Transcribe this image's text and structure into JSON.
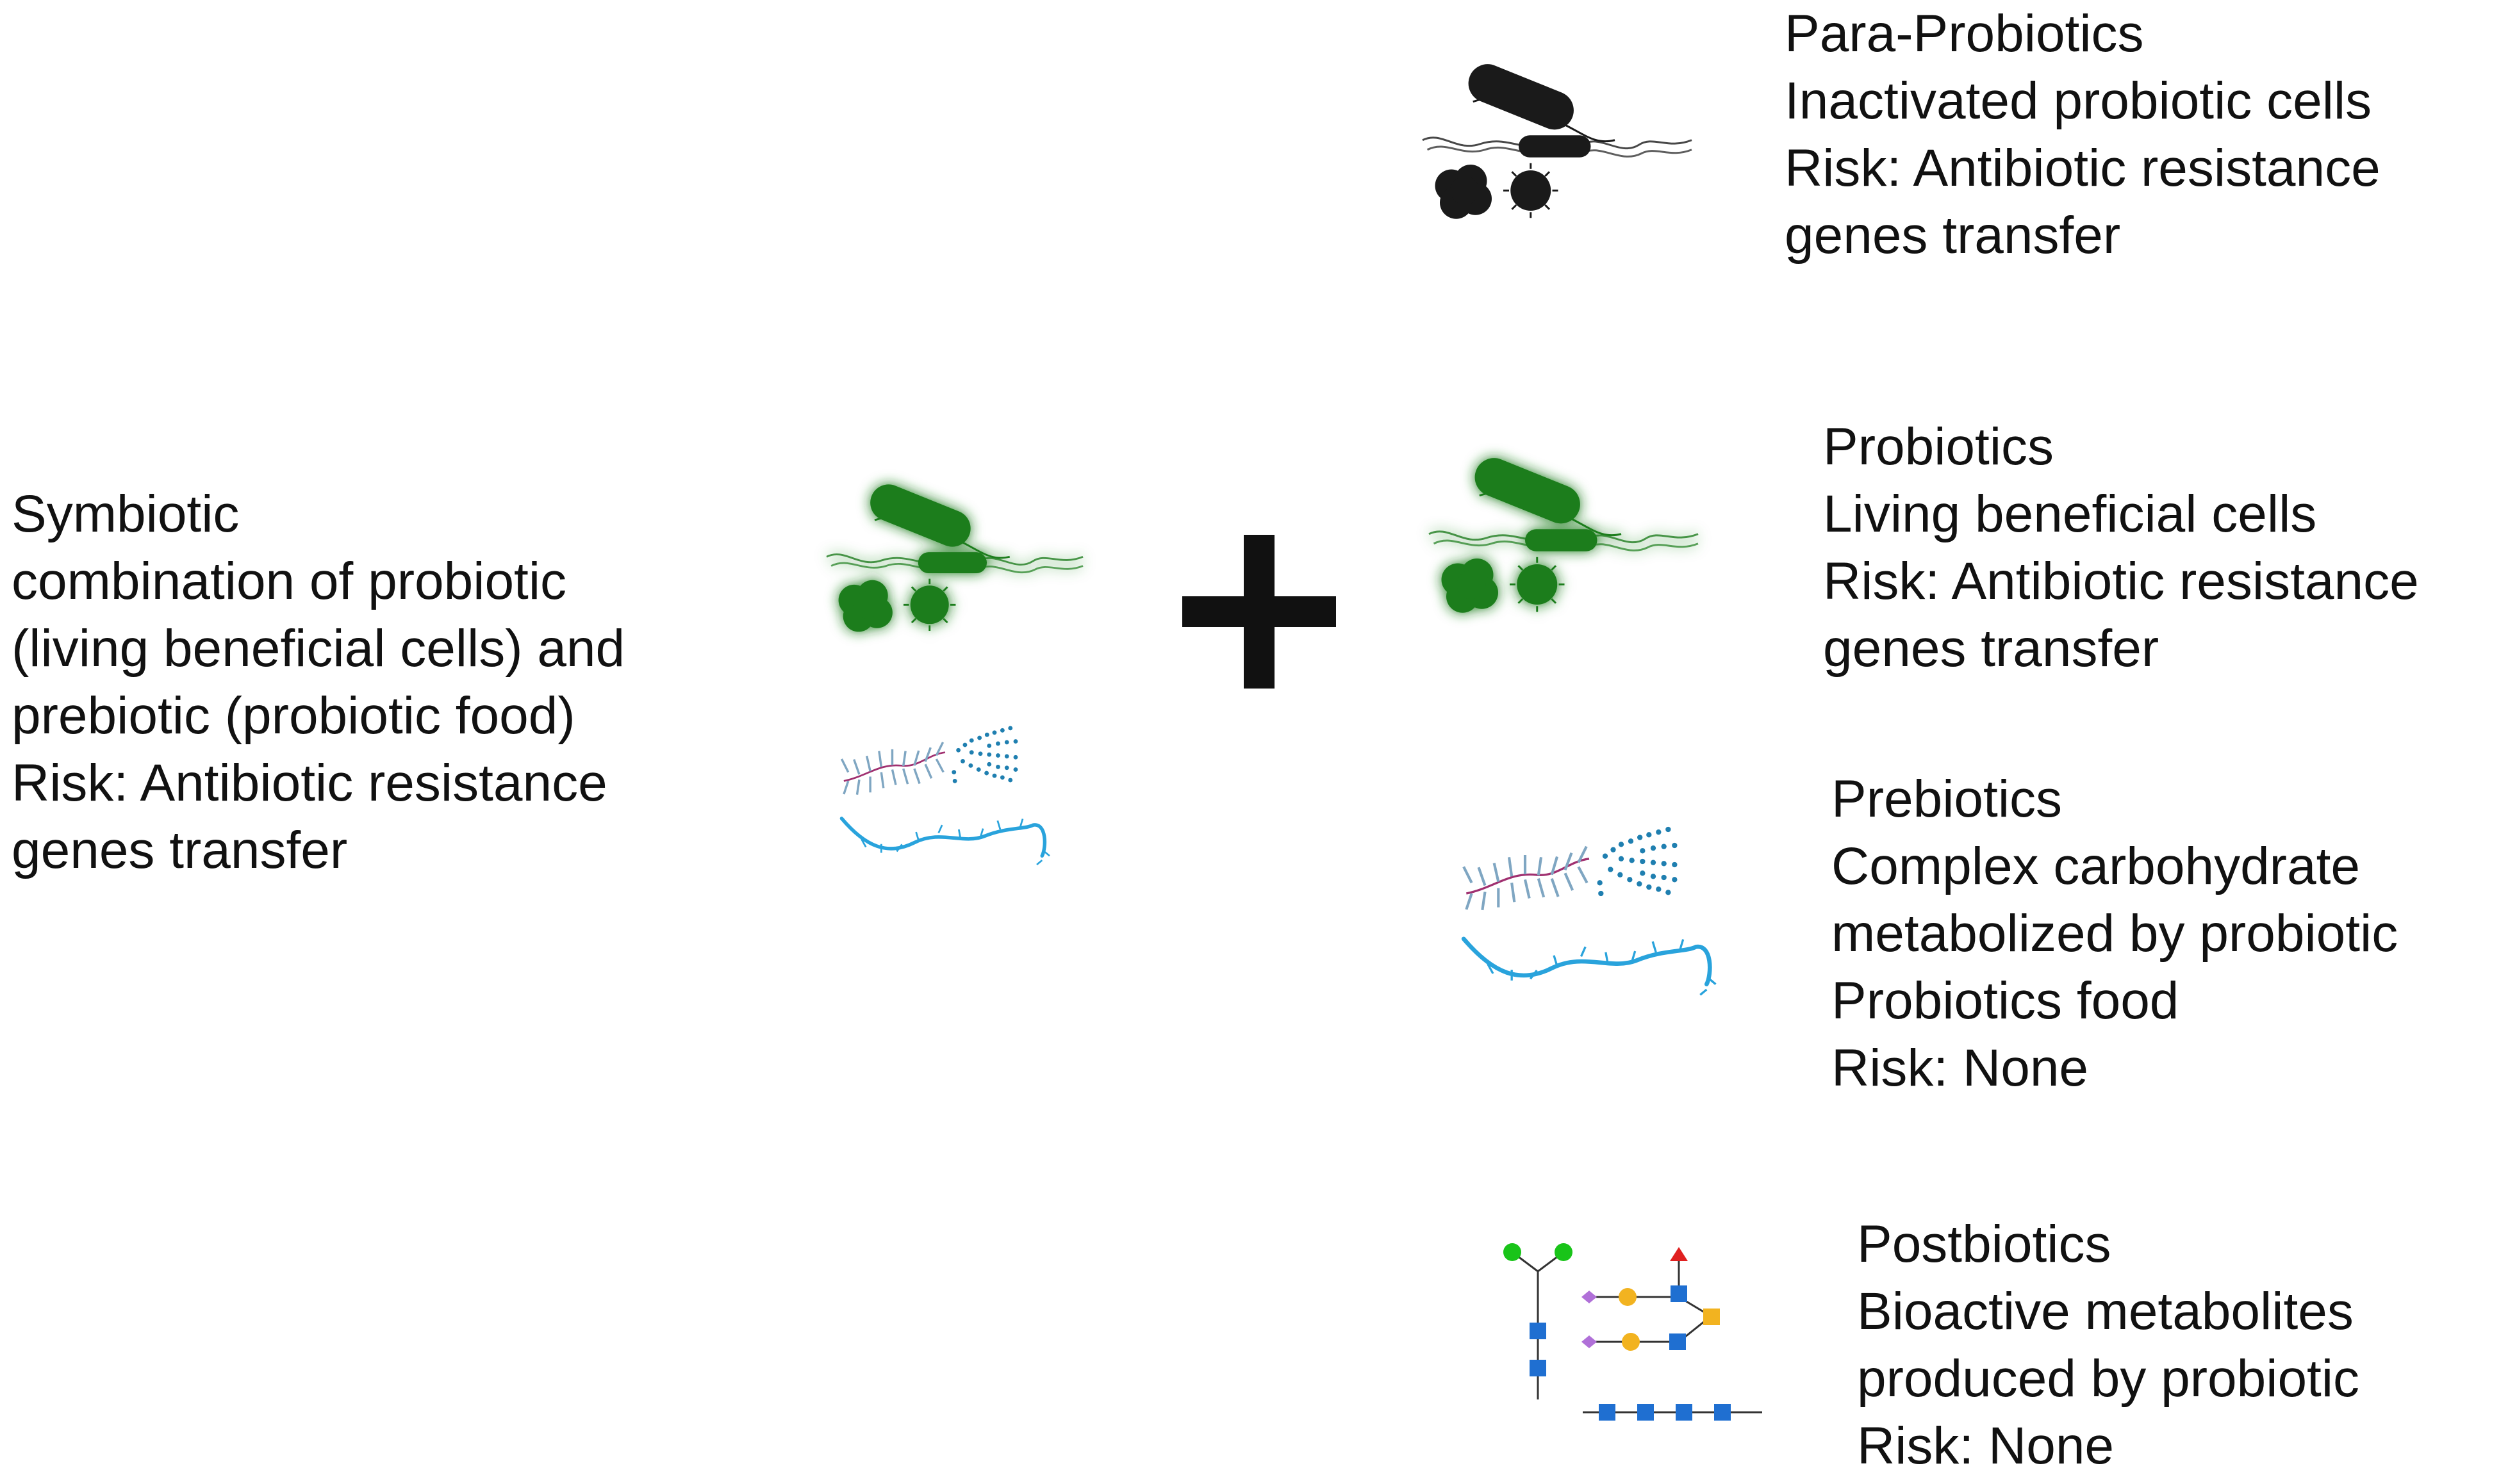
{
  "synbiotic": {
    "lines": [
      "Symbiotic",
      "combination of probiotic",
      "(living beneficial cells) and",
      "prebiotic (probiotic food)",
      "Risk: Antibiotic resistance",
      "genes transfer"
    ]
  },
  "para_probiotics": {
    "lines": [
      "Para-Probiotics",
      "Inactivated probiotic cells",
      "Risk: Antibiotic resistance",
      "genes transfer"
    ],
    "icon": "bacteria-icon",
    "color": "#1a1a1a"
  },
  "probiotics": {
    "lines": [
      "Probiotics",
      "Living beneficial cells",
      "Risk: Antibiotic resistance",
      "genes transfer"
    ],
    "icon": "bacteria-icon",
    "color": "#1e7d1e"
  },
  "prebiotics": {
    "lines": [
      "Prebiotics",
      "Complex carbohydrate",
      "metabolized by  probiotic",
      "Probiotics food",
      "Risk: None"
    ],
    "icon": "carbohydrate-icon",
    "color": "#29a3dc"
  },
  "postbiotics": {
    "lines": [
      "Postbiotics",
      "Bioactive metabolites",
      "produced by probiotic",
      "Risk: None"
    ],
    "icon": "glycan-icon"
  },
  "plus": {
    "icon": "plus-icon",
    "color": "#111111"
  }
}
